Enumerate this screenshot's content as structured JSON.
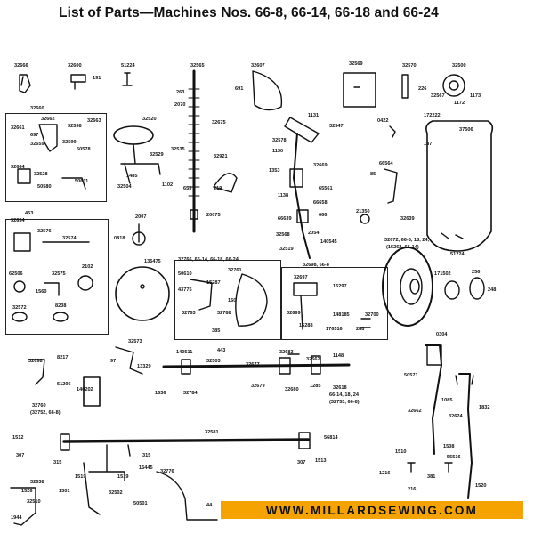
{
  "title": "List of Parts—Machines Nos. 66-8, 66-14, 66-18 and 66-24",
  "banner": "WWW.MILLARDSEWING.COM",
  "part_labels": [
    "32666",
    "32600",
    "191",
    "51224",
    "32565",
    "32607",
    "691",
    "32569",
    "32570",
    "32500",
    "226",
    "32567",
    "1172",
    "1173",
    "263",
    "2070",
    "32675",
    "1131",
    "32547",
    "32578",
    "1130",
    "32669",
    "1353",
    "65561",
    "1138",
    "66658",
    "666",
    "66639",
    "2054",
    "32568",
    "140545",
    "32519",
    "0422",
    "172222",
    "37506",
    "187",
    "66564",
    "85",
    "21350",
    "32639",
    "51224",
    "32672, 66-8, 18, 24,",
    "(15262, 66-14)",
    "32660",
    "32662",
    "32598",
    "32663",
    "32661",
    "697",
    "32659",
    "32599",
    "50578",
    "32664",
    "32528",
    "50580",
    "50611",
    "32520",
    "32529",
    "1485",
    "32504",
    "1102",
    "453",
    "32654",
    "32576",
    "32574",
    "2007",
    "0818",
    "62506",
    "32575",
    "1560",
    "2102",
    "32572",
    "8238",
    "135475",
    "32535",
    "32921",
    "653",
    "219",
    "20075",
    "32766, 66-14, 66-18, 66-24",
    "32761",
    "50610",
    "15287",
    "43775",
    "160",
    "32763",
    "32788",
    "385",
    "32698, 66-8",
    "32697",
    "15297",
    "32699",
    "148185",
    "32700",
    "15288",
    "176516",
    "288",
    "171502",
    "256",
    "248",
    "32573",
    "97",
    "13329",
    "32698",
    "8217",
    "51295",
    "140202",
    "32760",
    "(32752, 66-8)",
    "140511",
    "443",
    "32503",
    "32677",
    "32683",
    "32562",
    "1148",
    "1636",
    "32784",
    "32679",
    "32680",
    "1285",
    "32618",
    "66-14, 18, 24",
    "(32753, 66-8)",
    "0304",
    "50571",
    "1085",
    "1832",
    "32662",
    "32624",
    "32581",
    "1512",
    "307",
    "315",
    "315",
    "15445",
    "56814",
    "307",
    "1513",
    "1519",
    "1519",
    "32776",
    "32638",
    "1526",
    "1301",
    "32510",
    "32502",
    "50501",
    "44",
    "1944",
    "1510",
    "1216",
    "1508",
    "55516",
    "381",
    "216",
    "1520"
  ]
}
